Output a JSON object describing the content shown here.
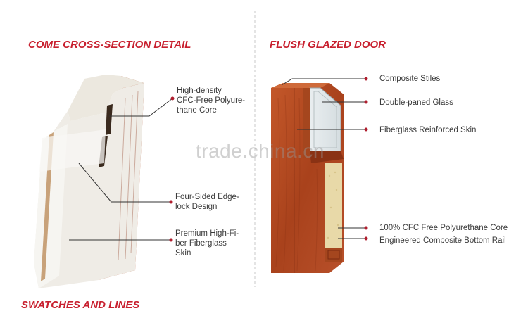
{
  "headings": {
    "cross_section": "COME CROSS-SECTION DETAIL",
    "flush_glazed": "FLUSH GLAZED DOOR",
    "swatches": "SWATCHES AND LINES"
  },
  "cross_section_labels": {
    "core": [
      "High-density",
      "CFC-Free Polyure-",
      "thane Core"
    ],
    "edge": [
      "Four-Sided Edge-",
      "lock Design"
    ],
    "skin": [
      "Premium High-Fi-",
      "ber Fiberglass",
      "Skin"
    ]
  },
  "door_labels": {
    "stiles": "Composite Stiles",
    "glass": "Double-paned Glass",
    "skin": "Fiberglass Reinforced Skin",
    "core": "100% CFC Free Polyurethane Core",
    "rail": "Engineered Composite Bottom Rail"
  },
  "watermark": "trade.china.cn",
  "colors": {
    "accent": "#c8202f",
    "wood": "#b34a22",
    "wood_dark": "#8a3214",
    "foam": "#e8d9a8",
    "callout_dot": "#b01e2e"
  }
}
